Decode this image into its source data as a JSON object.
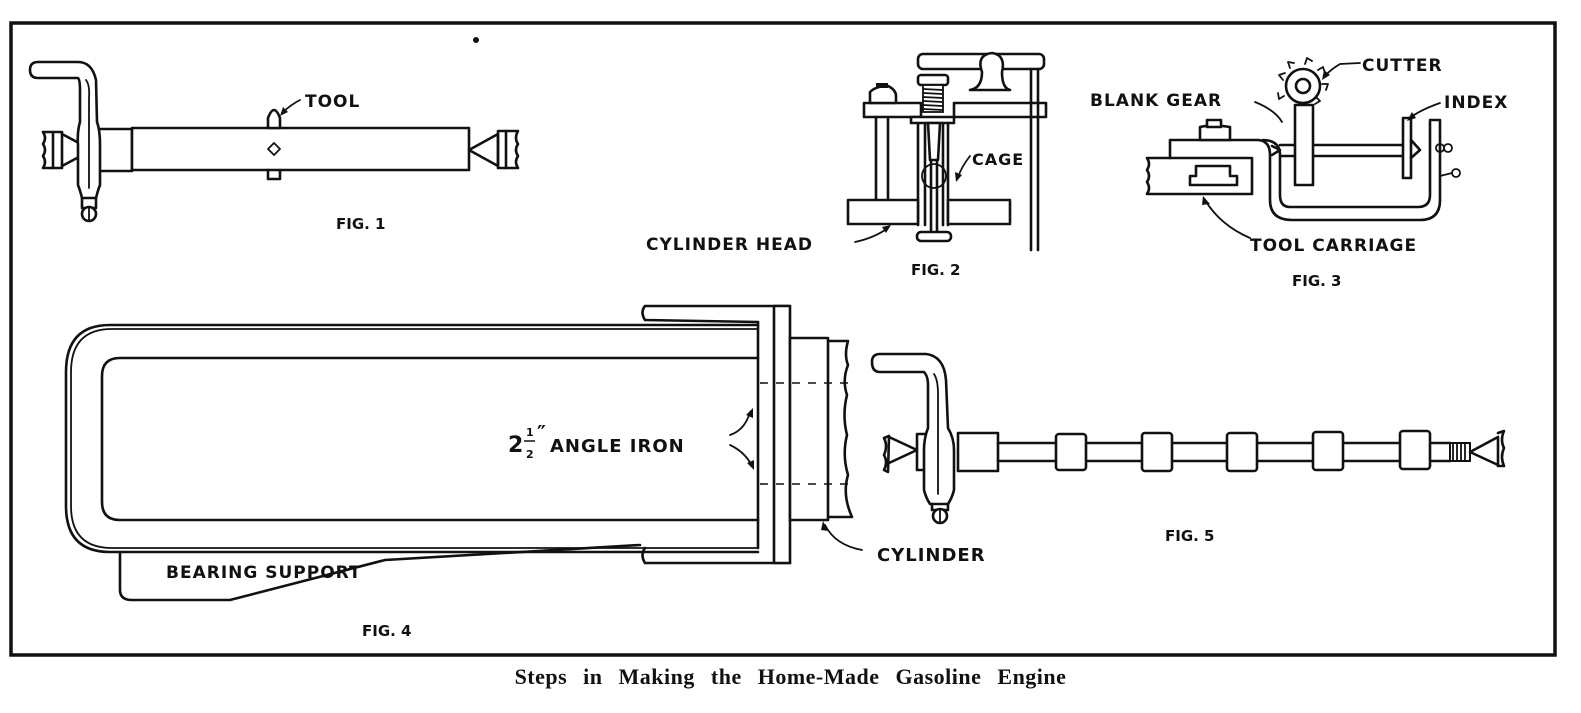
{
  "caption": "Steps in Making the Home-Made Gasoline Engine",
  "figures": [
    {
      "id": "fig1",
      "label": "Fig. 1",
      "callouts": [
        "Tool"
      ]
    },
    {
      "id": "fig2",
      "label": "Fig. 2",
      "callouts": [
        "Cage",
        "Cylinder Head"
      ]
    },
    {
      "id": "fig3",
      "label": "Fig. 3",
      "callouts": [
        "Cutter",
        "Blank Gear",
        "Index",
        "Tool Carriage"
      ]
    },
    {
      "id": "fig4",
      "label": "Fig. 4",
      "callouts": [
        "2½″ Angle Iron",
        "Bearing Support",
        "Cylinder"
      ]
    },
    {
      "id": "fig5",
      "label": "Fig. 5",
      "callouts": []
    }
  ],
  "labels": {
    "fig1": {
      "title": "FIG. 1",
      "tool": "TOOL"
    },
    "fig2": {
      "title": "FIG. 2",
      "cage": "CAGE",
      "cylinder_head": "CYLINDER HEAD"
    },
    "fig3": {
      "title": "FIG. 3",
      "cutter": "CUTTER",
      "blank_gear": "BLANK GEAR",
      "index": "INDEX",
      "tool_carriage": "TOOL CARRIAGE"
    },
    "fig4": {
      "title": "FIG. 4",
      "angle_whole": "2",
      "angle_num": "1",
      "angle_den": "2",
      "angle_mark": "″",
      "angle_iron": "ANGLE IRON",
      "bearing_support": "BEARING SUPPORT",
      "cylinder": "CYLINDER"
    },
    "fig5": {
      "title": "FIG. 5"
    }
  }
}
